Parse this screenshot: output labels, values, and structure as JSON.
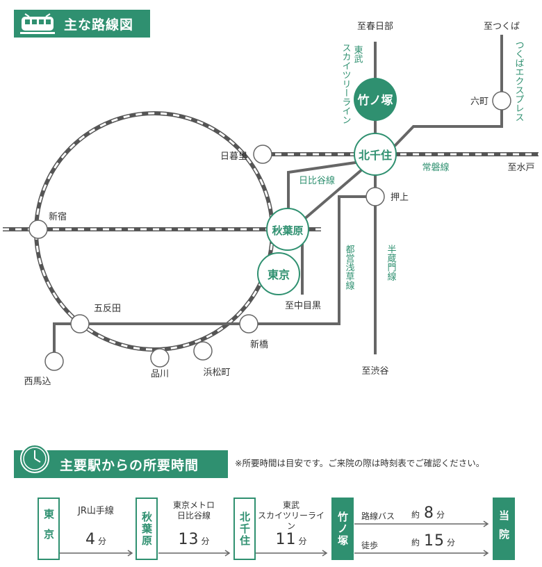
{
  "header1": {
    "title": "主な路線図"
  },
  "header2": {
    "title": "主要駅からの所要時間"
  },
  "note": "※所要時間は目安です。ご来院の際は時刻表でご確認ください。",
  "stations": {
    "takenotsuka": "竹ノ塚",
    "kitasenju": "北千住",
    "akihabara": "秋葉原",
    "tokyo": "東京",
    "rokucho": "六町",
    "nippori": "日暮里",
    "shinjuku": "新宿",
    "gotanda": "五反田",
    "shinagawa": "品川",
    "hamamatsucho": "浜松町",
    "shinbashi": "新橋",
    "nishimagome": "西馬込",
    "oshiage": "押上"
  },
  "destinations": {
    "kasukabe": "至春日部",
    "tsukuba": "至つくば",
    "mito": "至水戸",
    "nakameguro": "至中目黒",
    "shibuya": "至渋谷"
  },
  "lines": {
    "tobu": "東武スカイツリーライン",
    "tobu_head": "東武",
    "tobu_body": "スカイツリーライン",
    "tsukuba_ex": "つくばエクスプレス",
    "joban": "常磐線",
    "hibiya": "日比谷線",
    "asakusa": "都営浅草線",
    "hanzomon": "半蔵門線"
  },
  "route": {
    "stops": [
      "東京",
      "秋葉原",
      "北千住",
      "竹ノ塚",
      "当院"
    ],
    "seg1": {
      "line": "JR山手線",
      "time": "4",
      "unit": "分"
    },
    "seg2": {
      "line1": "東京メトロ",
      "line2": "日比谷線",
      "time": "13",
      "unit": "分"
    },
    "seg3": {
      "line1": "東武",
      "line2": "スカイツリーライン",
      "time": "11",
      "unit": "分"
    },
    "bus": {
      "label": "路線バス",
      "prefix": "約",
      "time": "8",
      "unit": "分"
    },
    "walk": {
      "label": "徒歩",
      "prefix": "約",
      "time": "15",
      "unit": "分"
    }
  },
  "colors": {
    "accent": "#2f9070",
    "line": "#666666",
    "rail": "#555555"
  }
}
